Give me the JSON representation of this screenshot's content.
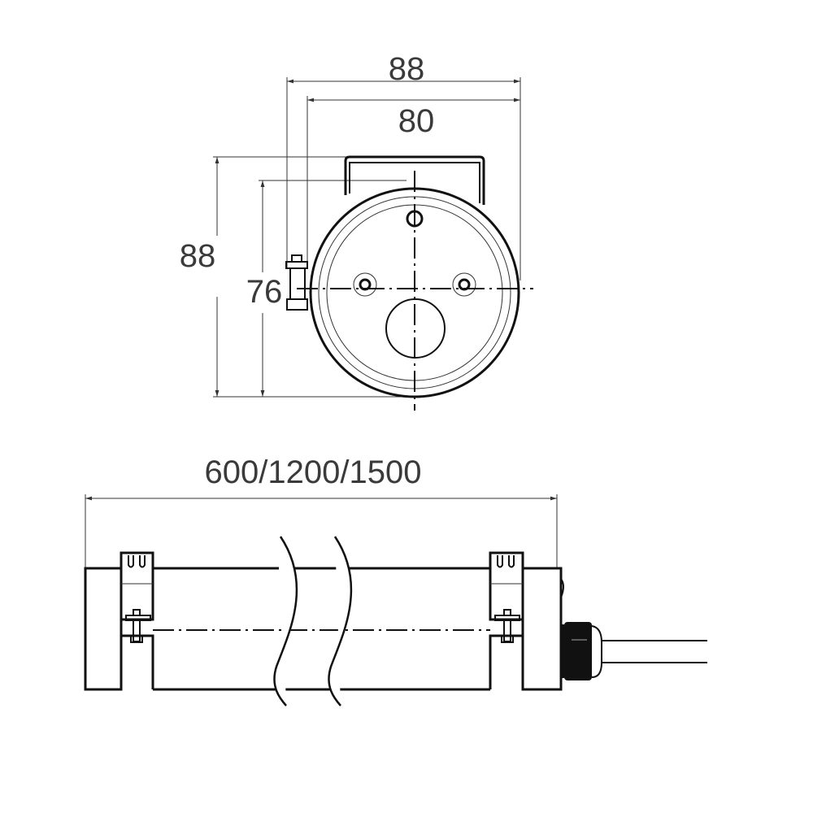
{
  "end_view": {
    "width_outer_label": "88",
    "width_inner_label": "80",
    "height_outer_label": "88",
    "height_inner_label": "76"
  },
  "side_view": {
    "length_label": "600/1200/1500"
  },
  "colors": {
    "line": "#111111",
    "text": "#3a3a3a"
  }
}
